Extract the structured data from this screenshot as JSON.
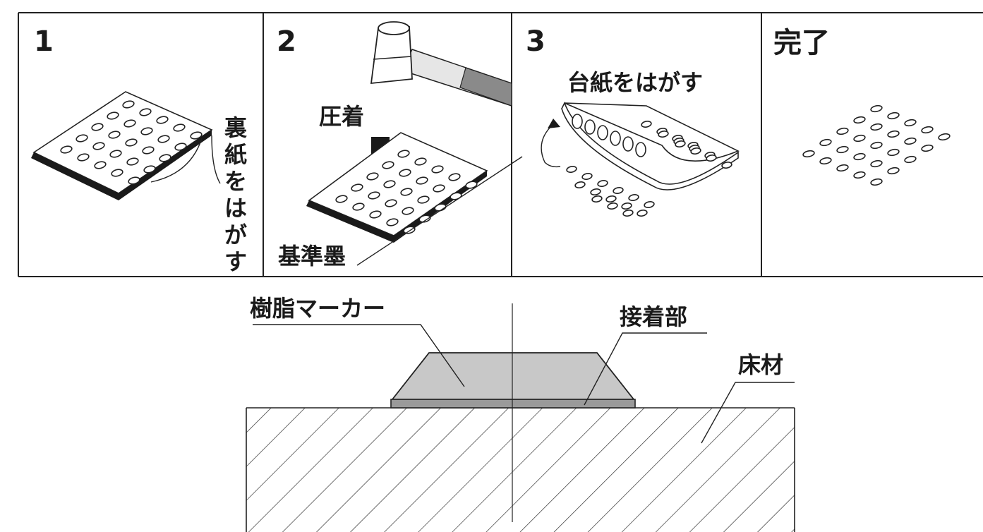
{
  "steps": [
    {
      "number": "1",
      "vertical_label": [
        "裏",
        "紙",
        "を",
        "は",
        "が",
        "す"
      ]
    },
    {
      "number": "2",
      "press_label": "圧着",
      "mark_label": "基準墨"
    },
    {
      "number": "3",
      "peel_label": "台紙をはがす"
    },
    {
      "number": "完了"
    }
  ],
  "section": {
    "marker_label": "樹脂マーカー",
    "adhesive_label": "接着部",
    "floor_label": "床材"
  },
  "colors": {
    "line": "#222222",
    "marker_fill": "#c8c8c8",
    "adhesive_fill": "#9a9a9a",
    "arrow": "#1a1a1a"
  }
}
